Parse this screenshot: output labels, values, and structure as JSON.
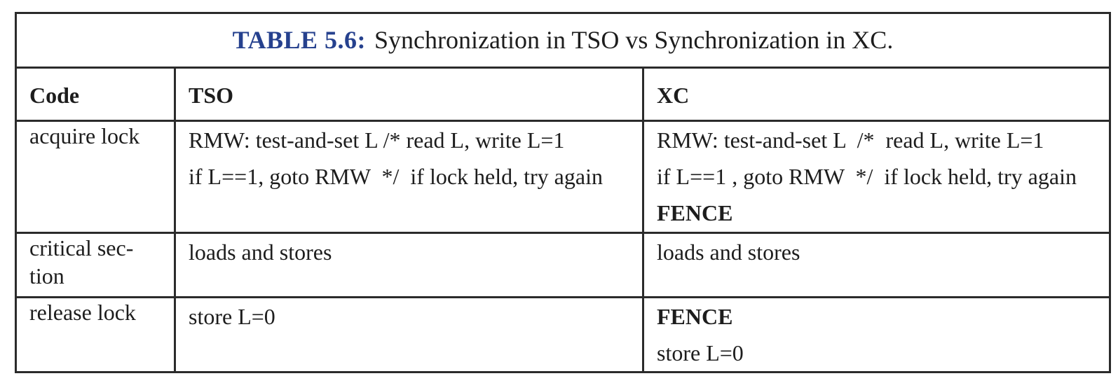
{
  "colors": {
    "accent_blue": "#26418e",
    "text": "#1d1d1d",
    "border": "#2b2b2b",
    "background": "#ffffff"
  },
  "table": {
    "title": {
      "label": "TABLE 5.6:",
      "caption": "Synchronization in TSO vs Synchronization in XC."
    },
    "columns": {
      "code": "Code",
      "tso": "TSO",
      "xc": "XC"
    },
    "rows": [
      {
        "code": [
          "acquire lock"
        ],
        "tso": [
          "RMW: test-and-set L /* read L, write L=1",
          "if L==1, goto RMW  */  if lock held, try again"
        ],
        "xc": [
          "RMW: test-and-set L  /*  read L, write L=1",
          "if L==1 , goto RMW  */  if lock held, try again",
          "FENCE"
        ]
      },
      {
        "code": [
          "critical sec-",
          "tion"
        ],
        "tso": [
          "loads and stores"
        ],
        "xc": [
          "loads and stores"
        ]
      },
      {
        "code": [
          "release lock"
        ],
        "tso": [
          "store L=0"
        ],
        "xc": [
          "FENCE",
          "store L=0"
        ]
      }
    ]
  }
}
